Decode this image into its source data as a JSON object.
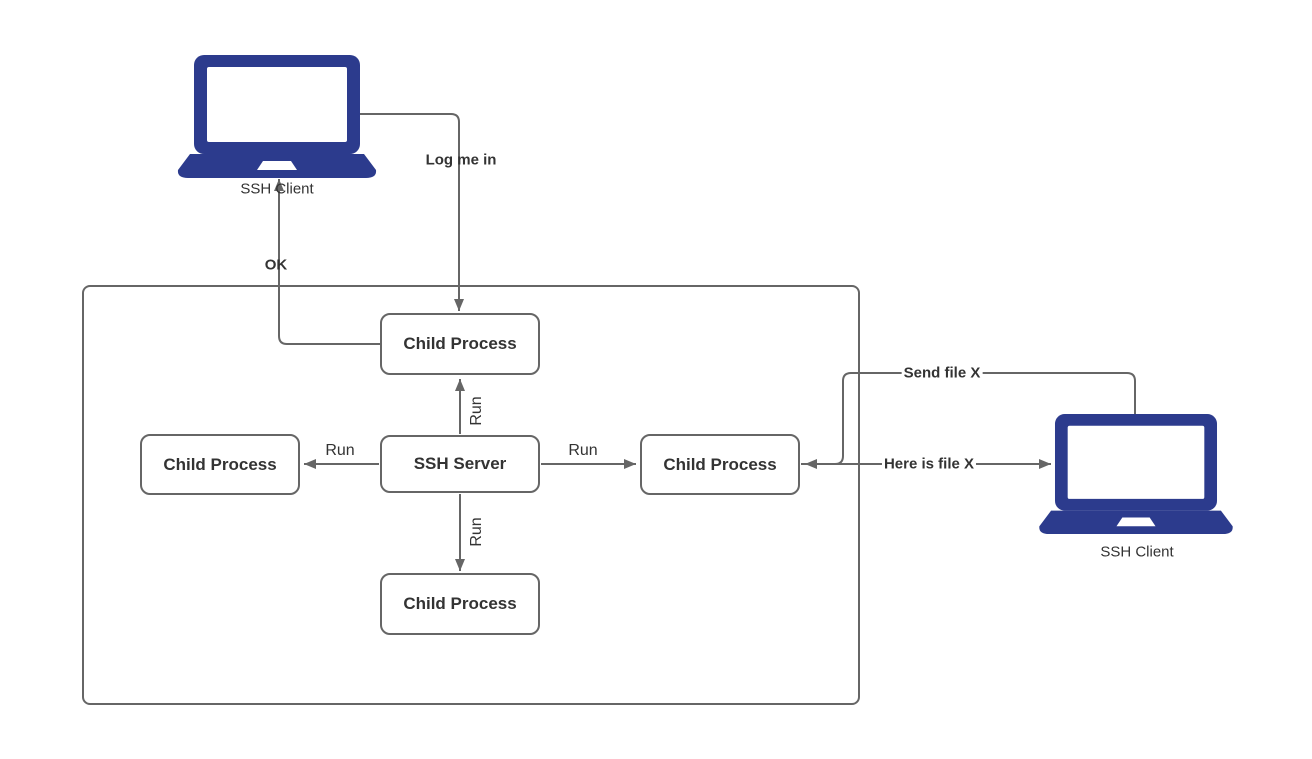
{
  "diagram": {
    "title": "SSH server and client processes diagram",
    "colors": {
      "background": "#ffffff",
      "line": "#666666",
      "box_border": "#666666",
      "text": "#333333",
      "laptop": "#2c3b8d"
    },
    "nodes": {
      "ssh_server": "SSH Server",
      "child_top": "Child Process",
      "child_left": "Child Process",
      "child_right": "Child Process",
      "child_bottom": "Child Process",
      "client_left": "SSH Client",
      "client_right": "SSH Client"
    },
    "edges": {
      "log_me_in": "Log me in",
      "ok": "OK",
      "run_up": "Run",
      "run_down": "Run",
      "run_left": "Run",
      "run_right": "Run",
      "send_file_x": "Send file X",
      "here_is_file_x": "Here is file X"
    }
  }
}
